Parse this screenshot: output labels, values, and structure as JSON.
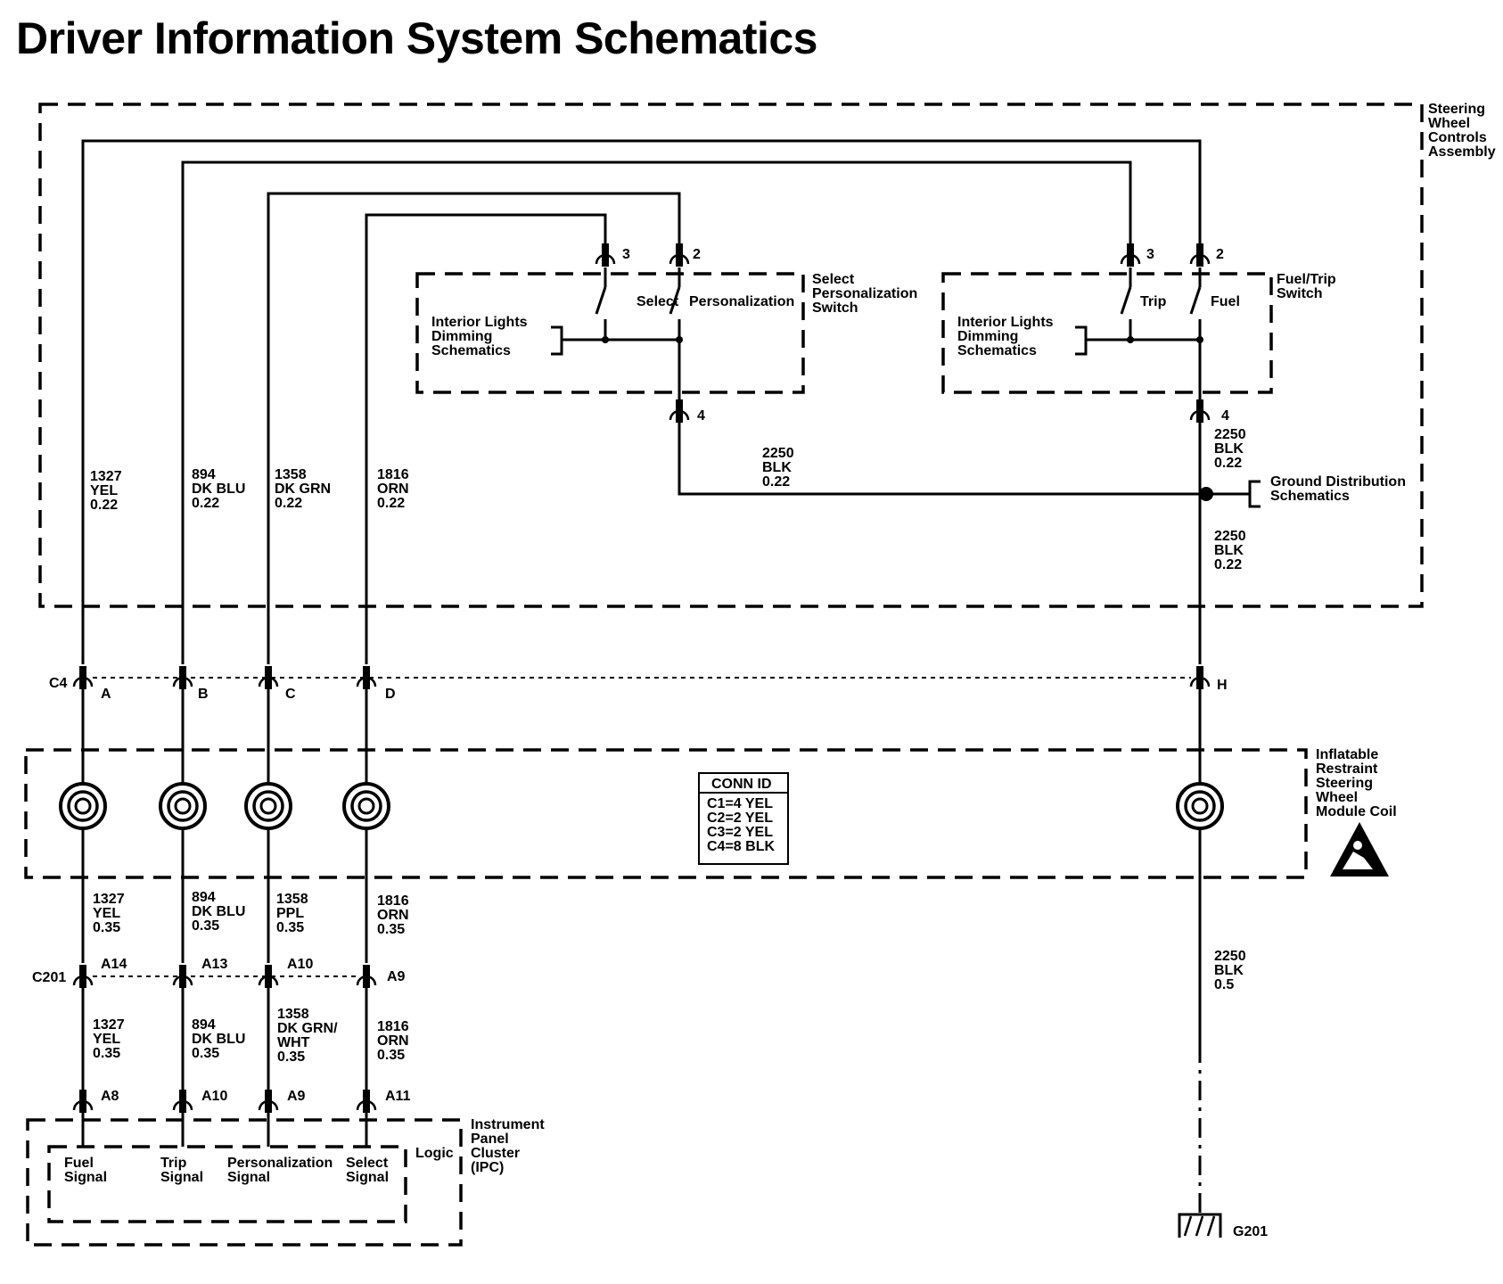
{
  "title": "Driver Information System Schematics",
  "steering_assembly": {
    "l1": "Steering",
    "l2": "Wheel",
    "l3": "Controls",
    "l4": "Assembly"
  },
  "select_switch": {
    "l1": "Select",
    "l2": "Personalization",
    "l3": "Switch",
    "sel": "Select",
    "pers": "Personalization",
    "pin3": "3",
    "pin2": "2",
    "pin4": "4",
    "lights1": "Interior Lights",
    "lights2": "Dimming",
    "lights3": "Schematics"
  },
  "fuel_switch": {
    "l1": "Fuel/Trip",
    "l2": "Switch",
    "trip": "Trip",
    "fuel": "Fuel",
    "pin3": "3",
    "pin2": "2",
    "pin4": "4",
    "lights1": "Interior Lights",
    "lights2": "Dimming",
    "lights3": "Schematics"
  },
  "ground_dist": {
    "l1": "Ground Distribution",
    "l2": "Schematics"
  },
  "wires_upper": [
    {
      "circuit": "1327",
      "color": "YEL",
      "gauge": "0.22"
    },
    {
      "circuit": "894",
      "color": "DK BLU",
      "gauge": "0.22"
    },
    {
      "circuit": "1358",
      "color": "DK GRN",
      "gauge": "0.22"
    },
    {
      "circuit": "1816",
      "color": "ORN",
      "gauge": "0.22"
    }
  ],
  "gnd_wire_mid": {
    "circuit": "2250",
    "color": "BLK",
    "gauge": "0.22"
  },
  "gnd_wire_a": {
    "circuit": "2250",
    "color": "BLK",
    "gauge": "0.22"
  },
  "gnd_wire_b": {
    "circuit": "2250",
    "color": "BLK",
    "gauge": "0.22"
  },
  "c4": {
    "name": "C4",
    "pins": [
      "A",
      "B",
      "C",
      "D",
      "H"
    ]
  },
  "airbag_coil": {
    "l1": "Inflatable",
    "l2": "Restraint",
    "l3": "Steering",
    "l4": "Wheel",
    "l5": "Module Coil"
  },
  "conn_id": {
    "header": "CONN ID",
    "rows": [
      "C1=4 YEL",
      "C2=2 YEL",
      "C3=2 YEL",
      "C4=8 BLK"
    ]
  },
  "wires_mid": [
    {
      "circuit": "1327",
      "color": "YEL",
      "gauge": "0.35"
    },
    {
      "circuit": "894",
      "color": "DK BLU",
      "gauge": "0.35"
    },
    {
      "circuit": "1358",
      "color": "PPL",
      "gauge": "0.35"
    },
    {
      "circuit": "1816",
      "color": "ORN",
      "gauge": "0.35"
    }
  ],
  "c201": {
    "name": "C201",
    "pins": [
      "A14",
      "A13",
      "A10",
      "A9"
    ]
  },
  "wires_lower": [
    {
      "circuit": "1327",
      "color": "YEL",
      "gauge": "0.35"
    },
    {
      "circuit": "894",
      "color": "DK BLU",
      "gauge": "0.35"
    },
    {
      "circuit": "1358",
      "color": "DK GRN/",
      "color2": "WHT",
      "gauge": "0.35"
    },
    {
      "circuit": "1816",
      "color": "ORN",
      "gauge": "0.35"
    }
  ],
  "gnd_wire_low": {
    "circuit": "2250",
    "color": "BLK",
    "gauge": "0.5"
  },
  "ipc_pins": [
    "A8",
    "A10",
    "A9",
    "A11"
  ],
  "ipc": {
    "l1": "Instrument",
    "l2": "Panel",
    "l3": "Cluster",
    "l4": "(IPC)",
    "logic": "Logic"
  },
  "ipc_signals": [
    {
      "l1": "Fuel",
      "l2": "Signal"
    },
    {
      "l1": "Trip",
      "l2": "Signal"
    },
    {
      "l1": "Personalization",
      "l2": "Signal"
    },
    {
      "l1": "Select",
      "l2": "Signal"
    }
  ],
  "ground": {
    "name": "G201"
  }
}
